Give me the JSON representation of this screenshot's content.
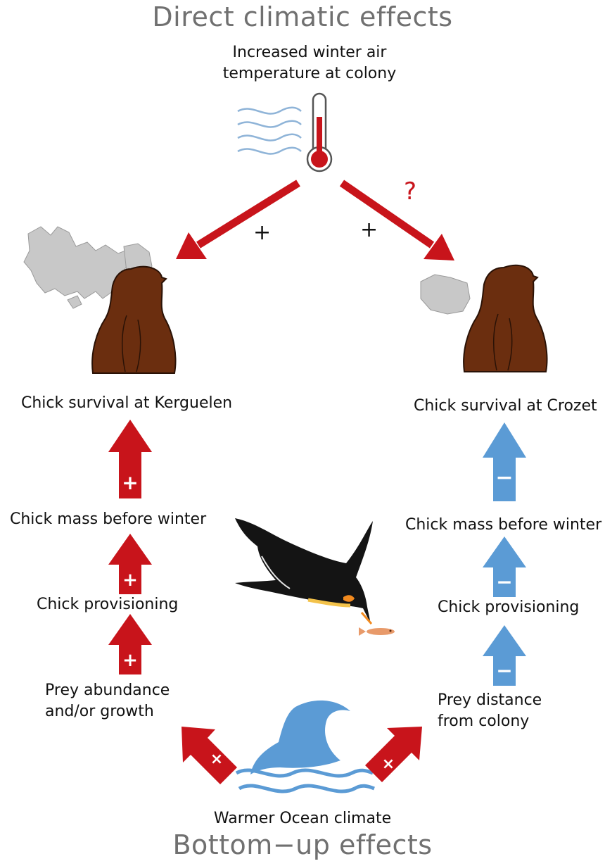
{
  "titles": {
    "top": "Direct climatic effects",
    "bottom": "Bottom−up effects"
  },
  "top_driver": "Increased winter air\ntemperature at colony",
  "bottom_driver": "Warmer Ocean climate",
  "left": {
    "survival": "Chick survival at Kerguelen",
    "mass": "Chick mass before winter",
    "provisioning": "Chick provisioning",
    "prey": "Prey abundance\nand/or growth",
    "signs": [
      "+",
      "+",
      "+"
    ]
  },
  "right": {
    "survival": "Chick survival at Crozet",
    "mass": "Chick mass before winter",
    "provisioning": "Chick provisioning",
    "prey": "Prey distance\nfrom colony",
    "signs": [
      "−",
      "−",
      "−"
    ]
  },
  "direct_effects": {
    "left_sign": "+",
    "right_sign": "+",
    "right_uncertain": "?"
  },
  "ocean_effects": {
    "left_sign": "×",
    "right_sign": "×"
  },
  "colors": {
    "positive": "#c8141b",
    "negative": "#5b9bd5",
    "penguin": "#6b2e0f",
    "title_gray": "#707070"
  }
}
